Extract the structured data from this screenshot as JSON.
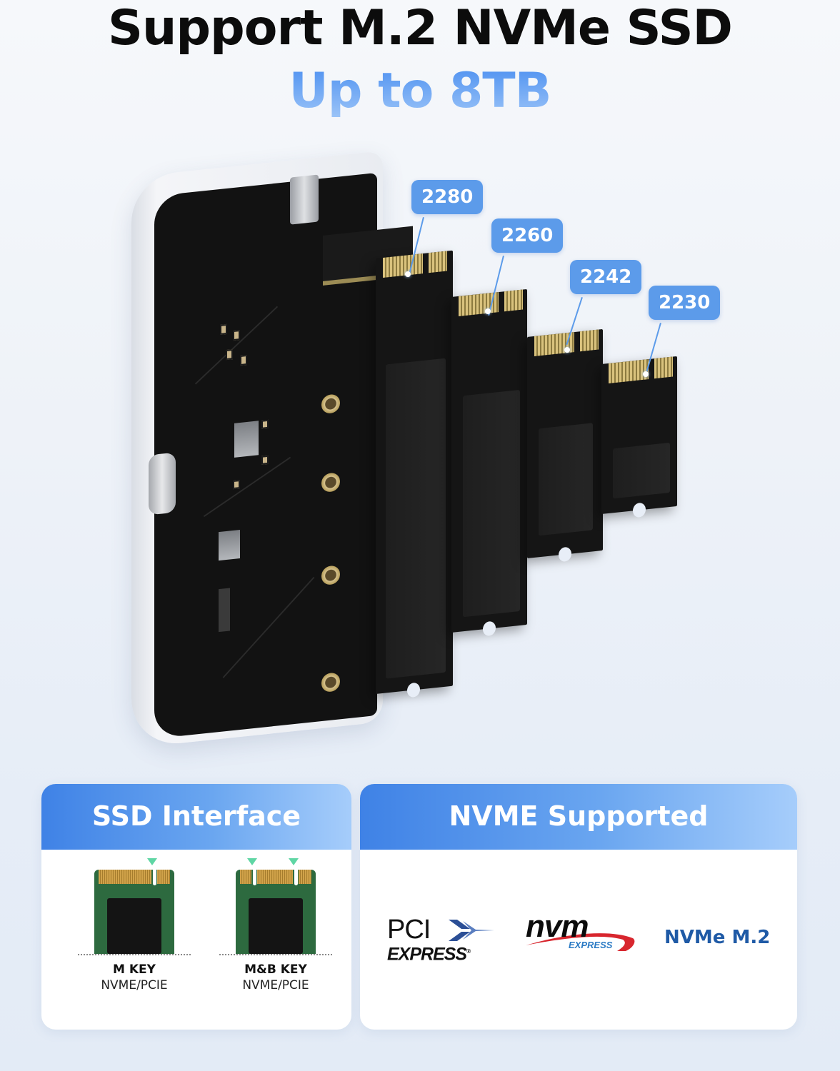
{
  "headline": {
    "title": "Support M.2 NVMe SSD",
    "subtitle": "Up to 8TB"
  },
  "colors": {
    "accent_blue": "#5c9bea",
    "header_gradient_start": "#3f82e6",
    "header_gradient_end": "#a6cdfb",
    "nvme_text": "#1f5aa6",
    "key_arrow": "#5fd6a4"
  },
  "illustration": {
    "size_tags": [
      {
        "label": "2280"
      },
      {
        "label": "2260"
      },
      {
        "label": "2242"
      },
      {
        "label": "2230"
      }
    ]
  },
  "cards": {
    "interface": {
      "title": "SSD Interface",
      "keys": [
        {
          "name": "M KEY",
          "type": "NVME/PCIE"
        },
        {
          "name": "M&B KEY",
          "type": "NVME/PCIE"
        }
      ]
    },
    "nvme": {
      "title": "NVME Supported",
      "logos": {
        "pci_top": "PCI",
        "pci_bottom": "EXPRESS",
        "pci_reg": "®",
        "nvm_big": "nvm",
        "nvm_small": "EXPRESS",
        "nvme_m2": "NVMe M.2"
      }
    }
  }
}
